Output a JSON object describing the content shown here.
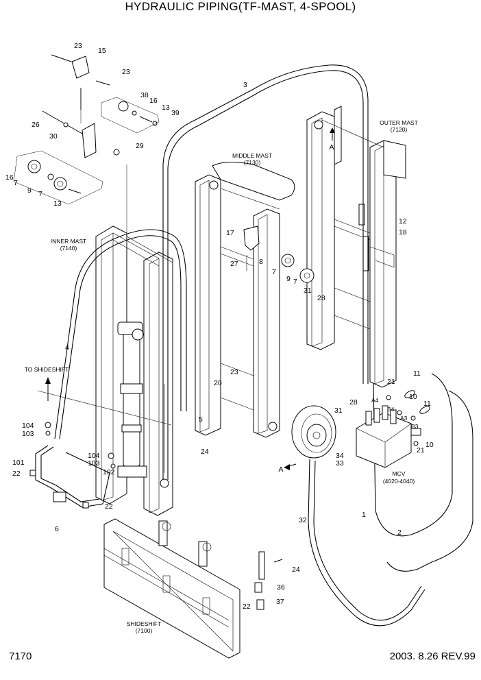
{
  "title": "HYDRAULIC PIPING(TF-MAST, 4-SPOOL)",
  "page_number": "7170",
  "revision": "2003. 8.26 REV.99",
  "captions": {
    "outer_mast": "OUTER MAST",
    "outer_mast_code": "(7120)",
    "middle_mast": "MIDDLE MAST",
    "middle_mast_code": "(7130)",
    "inner_mast": "INNER MAST",
    "inner_mast_code": "(7140)",
    "to_shideshift": "TO SHIDESHIFT",
    "mcv": "MCV",
    "mcv_code": "(4020-4040)",
    "shideshift": "SHIDESHIFT",
    "shideshift_code": "(7100)",
    "view_a": "A",
    "view_a2": "A"
  },
  "port_labels": [
    "A4",
    "B4",
    "A3",
    "B3"
  ],
  "part_labels": [
    "23",
    "15",
    "23",
    "38",
    "16",
    "13",
    "39",
    "26",
    "30",
    "29",
    "16",
    "7",
    "9",
    "7",
    "13",
    "3",
    "12",
    "18",
    "17",
    "27",
    "8",
    "9",
    "7",
    "7",
    "31",
    "28",
    "4",
    "20",
    "23",
    "5",
    "24",
    "104",
    "103",
    "101",
    "22",
    "104",
    "103",
    "102",
    "22",
    "6",
    "21",
    "11",
    "10",
    "11",
    "21",
    "10",
    "28",
    "31",
    "34",
    "33",
    "1",
    "2",
    "32",
    "24",
    "36",
    "22",
    "37"
  ]
}
